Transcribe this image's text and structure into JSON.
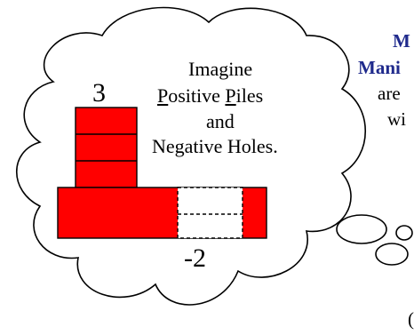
{
  "thought_bubble": {
    "positive_number": "3",
    "negative_number": "-2",
    "text": {
      "line1": "Imagine",
      "line2_p1": "P",
      "line2_p2": "ositive ",
      "line2_p3": "P",
      "line2_p4": "iles",
      "line3": "and",
      "line4": "Negative Holes."
    }
  },
  "side_text": {
    "line1": "M",
    "line2": "Mani",
    "line3": "are",
    "line4": "wi",
    "bottom_fragment": "("
  },
  "colors": {
    "pile_fill": "#ff0000",
    "outline": "#000000",
    "title_blue": "#1f2a8c"
  },
  "icons": [
    "thought-cloud-icon",
    "thought-bubble-trail-icon"
  ]
}
